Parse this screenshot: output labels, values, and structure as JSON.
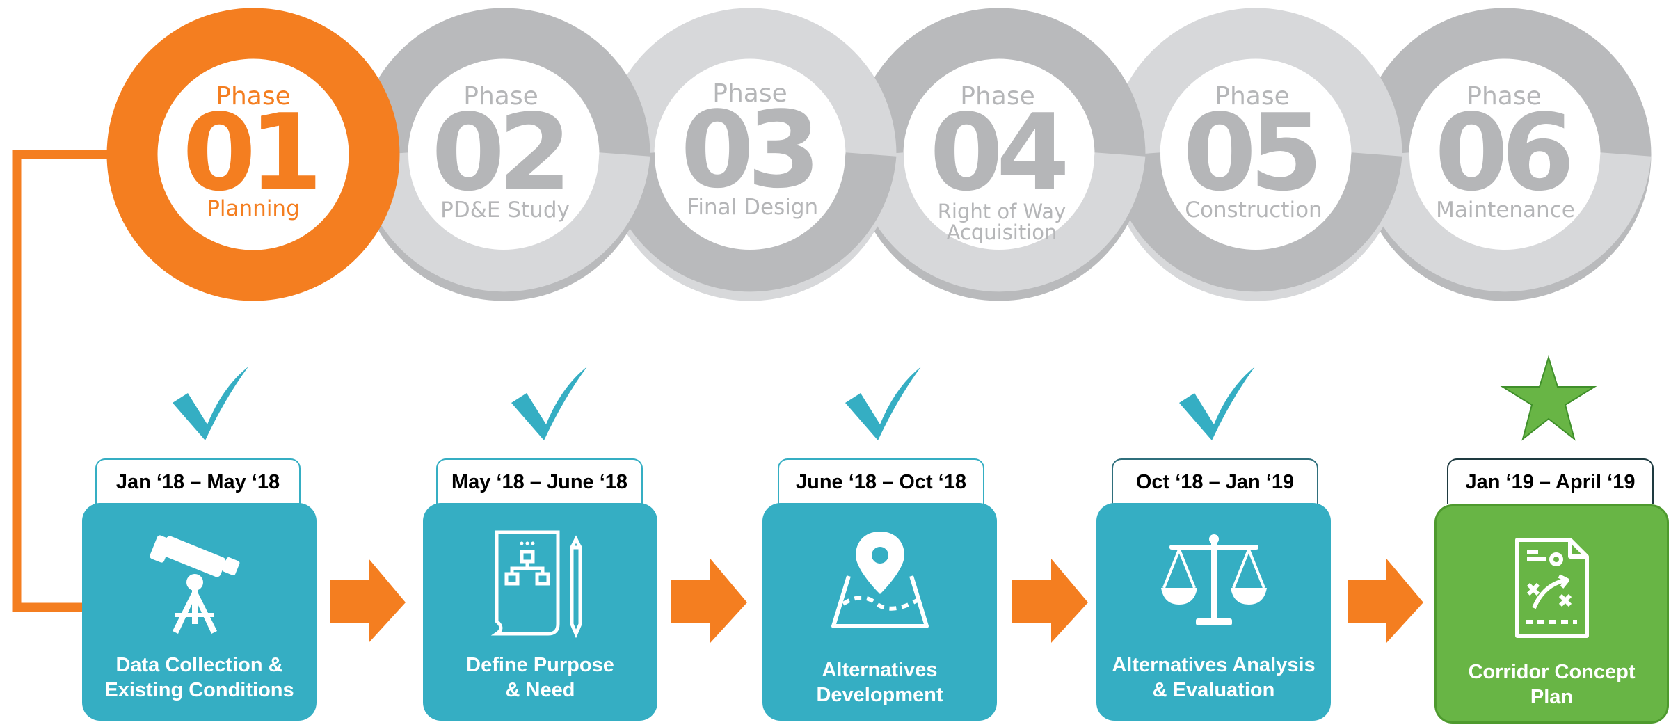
{
  "phases": [
    {
      "word": "Phase",
      "number": "01",
      "name": "Planning",
      "active": true
    },
    {
      "word": "Phase",
      "number": "02",
      "name": "PD&E Study",
      "active": false
    },
    {
      "word": "Phase",
      "number": "03",
      "name": "Final Design",
      "active": false
    },
    {
      "word": "Phase",
      "number": "04",
      "name": "Right of Way",
      "name2": "Acquisition",
      "active": false
    },
    {
      "word": "Phase",
      "number": "05",
      "name": "Construction",
      "active": false
    },
    {
      "word": "Phase",
      "number": "06",
      "name": "Maintenance",
      "active": false
    }
  ],
  "steps": [
    {
      "dates": "Jan ‘18 – May ‘18",
      "label": "Data Collection &\nExisting Conditions",
      "status": "complete",
      "icon": "telescope-icon"
    },
    {
      "dates": "May ‘18 – June ‘18",
      "label": "Define Purpose\n& Need",
      "status": "complete",
      "icon": "flowchart-document-icon"
    },
    {
      "dates": "June ‘18 – Oct ‘18",
      "label": "Alternatives\nDevelopment",
      "status": "complete",
      "icon": "map-pin-icon"
    },
    {
      "dates": "Oct ‘18 – Jan ‘19",
      "label": "Alternatives Analysis\n& Evaluation",
      "status": "complete",
      "icon": "scales-icon"
    },
    {
      "dates": "Jan ‘19 – April ‘19",
      "label": "Corridor Concept\nPlan",
      "status": "current",
      "icon": "strategy-plan-icon"
    }
  ],
  "colors": {
    "orange": "#f47e20",
    "teal": "#35aec3",
    "green": "#68b545",
    "gray_dark": "#b9babc",
    "gray_light": "#d7d8da",
    "phase_text": "#b5b6b8"
  }
}
